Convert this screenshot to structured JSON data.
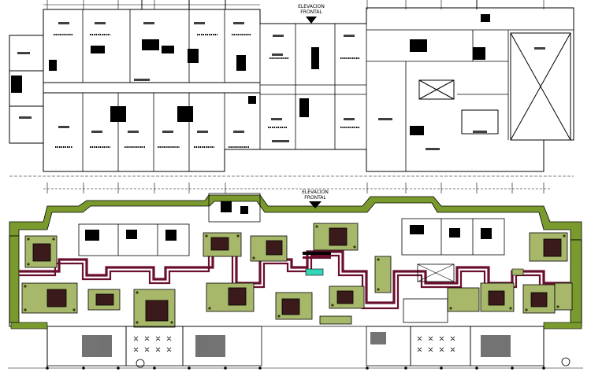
{
  "drawing": {
    "upper_plan": {
      "elevation_label_line1": "ELEVACION",
      "elevation_label_line2": "FRONTAL"
    },
    "lower_plan": {
      "elevation_label_line1": "ELEVACION",
      "elevation_label_line2": "FRONTAL"
    }
  },
  "colors": {
    "walls": "#000000",
    "landscaping_fill": "#7a9a2e",
    "planter_fill": "#a8b86a",
    "corridor_path": "#6b0f2e",
    "room_hatch": "#3a1a1a",
    "accent_cyan": "#33d6b8",
    "paper": "#ffffff"
  }
}
